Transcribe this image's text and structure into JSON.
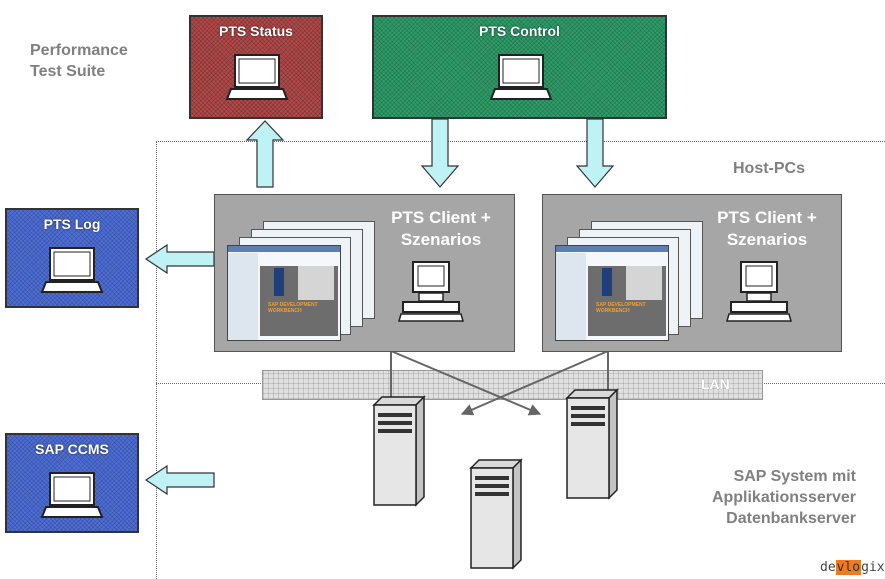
{
  "labels": {
    "suite_line1": "Performance",
    "suite_line2": "Test Suite",
    "host_pcs": "Host-PCs",
    "sap_line1": "SAP System mit",
    "sap_line2": "Applikationsserver",
    "sap_line3": "Datenbankserver",
    "lan": "LAN"
  },
  "boxes": {
    "pts_status": "PTS Status",
    "pts_control": "PTS Control",
    "pts_log": "PTS Log",
    "sap_ccms": "SAP CCMS"
  },
  "clients": {
    "left_line1": "PTS Client +",
    "left_line2": "Szenarios",
    "right_line1": "PTS Client +",
    "right_line2": "Szenarios"
  },
  "screenshot_caption": "SAP DEVELOPMENT WORKBENCH",
  "logo": {
    "prefix": "de",
    "highlight": "vlo",
    "suffix": "gix"
  },
  "colors": {
    "status_box": "#b34a4a",
    "control_box": "#2f9d6a",
    "log_box": "#4f6fd8",
    "arrow_fill": "#bff2f5",
    "panel_gray": "#a6a6a6",
    "text_gray": "#808080",
    "logo_orange": "#f07a1e"
  },
  "icons": [
    "laptop-icon",
    "desktop-pc-icon",
    "server-tower-icon",
    "block-arrow-icon"
  ]
}
